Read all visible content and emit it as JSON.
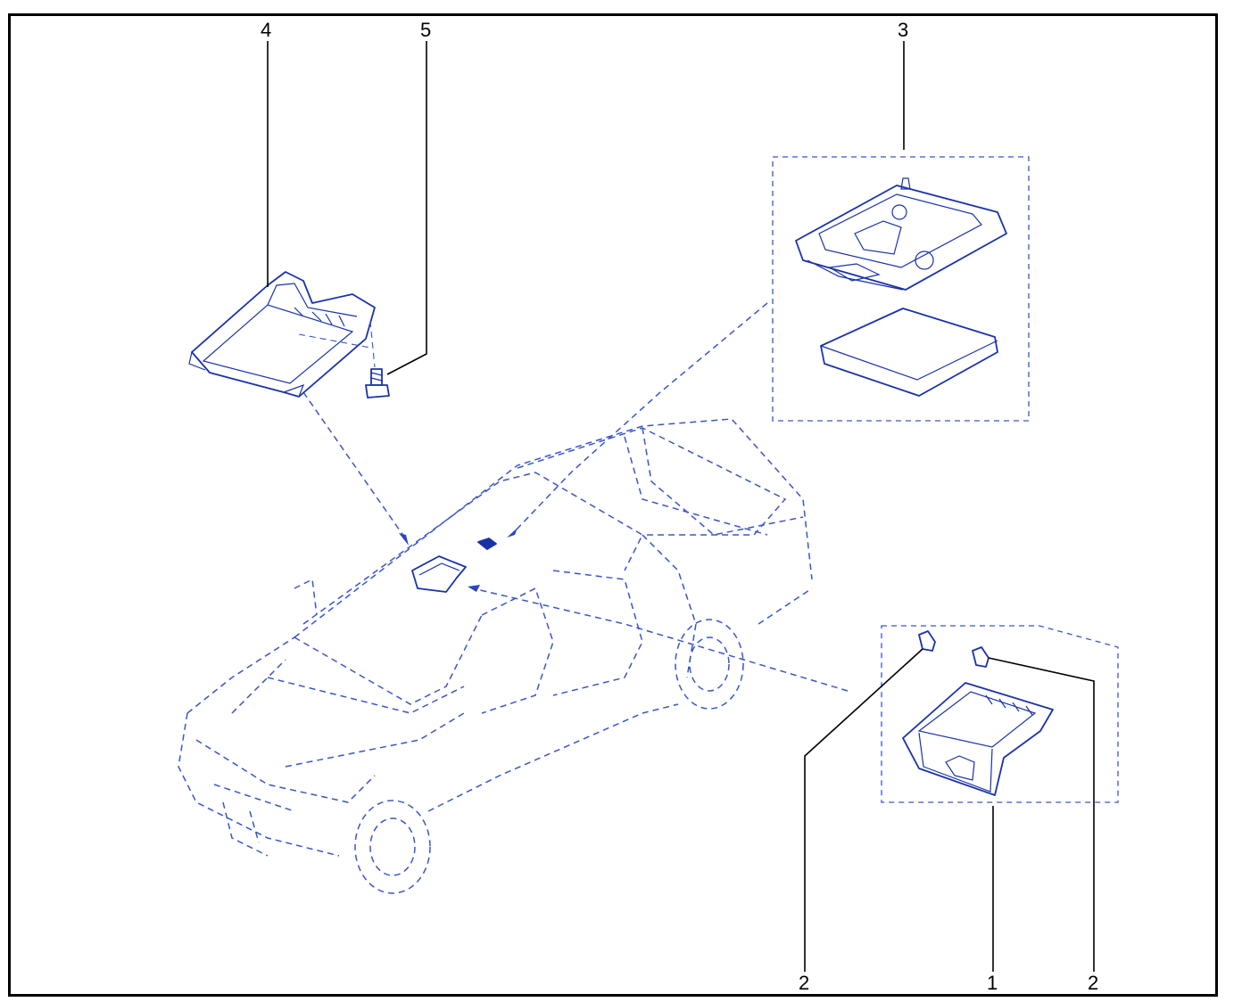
{
  "diagram": {
    "accent_color": "#1a32a8",
    "callouts": {
      "c4": "4",
      "c5": "5",
      "c3": "3",
      "c2a": "2",
      "c1": "1",
      "c2b": "2"
    }
  }
}
